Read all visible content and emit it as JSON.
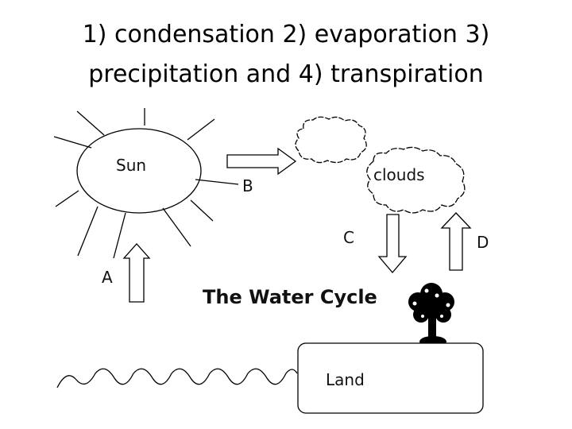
{
  "title": {
    "line1": "1) condensation 2) evaporation 3)",
    "line2": "precipitation  and 4) transpiration"
  },
  "diagram": {
    "sun_label": "Sun",
    "clouds_label": "clouds",
    "land_label": "Land",
    "cycle_title": "The Water Cycle",
    "arrow_labels": {
      "a": "A",
      "b": "B",
      "c": "C",
      "d": "D"
    }
  },
  "colors": {
    "stroke": "#000000",
    "background": "#ffffff"
  },
  "icons": [
    "sun-icon",
    "cloud-icon",
    "tree-icon",
    "wave-icon",
    "arrow-icon"
  ]
}
